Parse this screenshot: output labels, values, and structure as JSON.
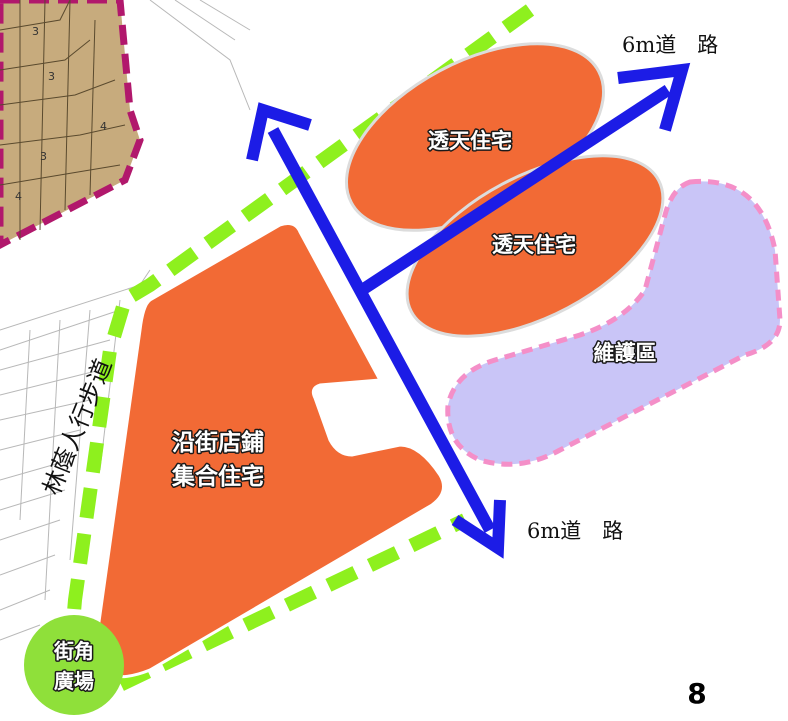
{
  "colors": {
    "orange_zone": "#f26a35",
    "maintenance_zone": "#c9c5f7",
    "maintenance_border": "#f48fc8",
    "green_boundary": "#8ef01e",
    "blue_arrow": "#1c1ce6",
    "plaza_circle": "#8fe03a",
    "parcel_fill": "#c7ab7d",
    "parcel_border": "#b1186c"
  },
  "labels": {
    "road_top": "6m道　路",
    "road_bottom": "6m道　路",
    "house_upper": "透天住宅",
    "house_lower": "透天住宅",
    "maintenance": "維護區",
    "shop_line1": "沿街店鋪",
    "shop_line2": "集合住宅",
    "walkway": "林蔭人行步道",
    "plaza_line1": "街角",
    "plaza_line2": "廣場",
    "page_number": "8"
  },
  "parcel_lot_numbers": [
    "3",
    "3",
    "4",
    "3",
    "4"
  ]
}
